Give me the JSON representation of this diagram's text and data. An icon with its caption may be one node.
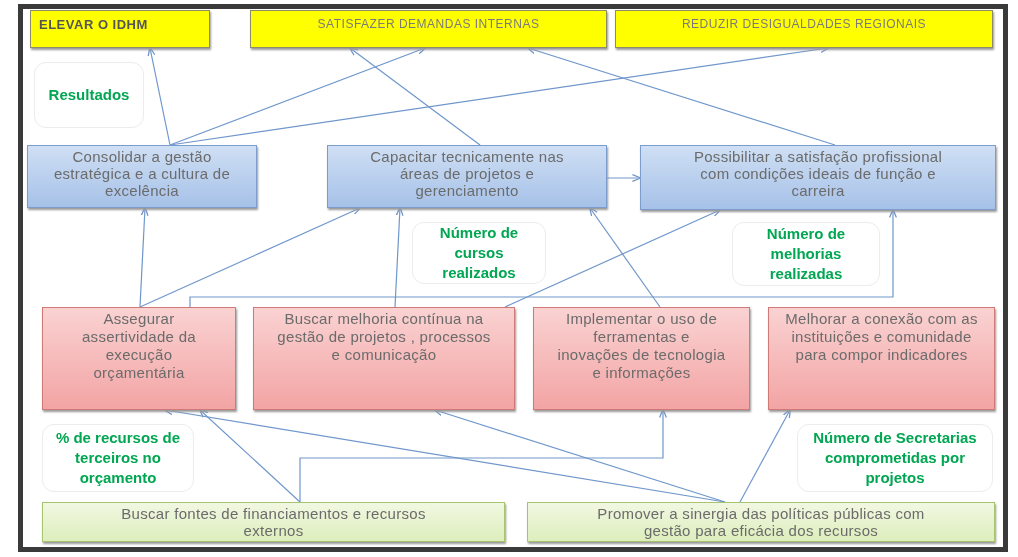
{
  "diagram": {
    "nodes": [
      {
        "text": [
          "ELEVAR O IDHM"
        ]
      },
      {
        "text": [
          "SATISFAZER DEMANDAS INTERNAS"
        ]
      },
      {
        "text": [
          "REDUZIR DESIGUALDADES REGIONAIS"
        ]
      },
      {
        "text": [
          "Resultados"
        ]
      },
      {
        "text": [
          "Consolidar a gestão estratégica e a cultura de excelência"
        ]
      },
      {
        "text": [
          "Capacitar tecnicamente nas áreas de projetos e gerenciamento"
        ]
      },
      {
        "text": [
          "Possibilitar a satisfação profissional com condições ideais de função e carreira"
        ]
      },
      {
        "text": [
          "Número de cursos realizados"
        ]
      },
      {
        "text": [
          "Número de melhorias realizadas"
        ]
      },
      {
        "text": [
          "Assegurar assertividade da execução orçamentária"
        ]
      },
      {
        "text": [
          "Buscar melhoria contínua na gestão de projetos , processos e comunicação"
        ]
      },
      {
        "text": [
          "Implementar o uso de ferramentas e inovações de tecnologia e informações"
        ]
      },
      {
        "text": [
          "Melhorar a conexão com as instituições e comunidade para compor indicadores"
        ]
      },
      {
        "text": [
          "% de recursos de terceiros no orçamento"
        ]
      },
      {
        "text": [
          "Número de Secretarias comprometidas por projetos"
        ]
      },
      {
        "text": [
          "Buscar fontes de financiamentos e recursos externos"
        ]
      },
      {
        "text": [
          "Promover a sinergia das políticas públicas com gestão para eficácia dos recursos"
        ]
      }
    ],
    "edges": [
      {
        "from": 4,
        "to": 0,
        "arrow": "to"
      },
      {
        "from": 4,
        "to": 1,
        "arrow": "to"
      },
      {
        "from": 4,
        "to": 2,
        "arrow": "to"
      },
      {
        "from": 5,
        "to": 1,
        "arrow": "to"
      },
      {
        "from": 6,
        "to": 1,
        "arrow": "to"
      },
      {
        "from": 5,
        "to": 6,
        "arrow": "to"
      },
      {
        "from": 9,
        "to": 4,
        "arrow": "to"
      },
      {
        "from": 9,
        "to": 5,
        "arrow": "to"
      },
      {
        "from": 9,
        "to": 6,
        "arrow": "to"
      },
      {
        "from": 10,
        "to": 5,
        "arrow": "to"
      },
      {
        "from": 10,
        "to": 6,
        "arrow": "to"
      },
      {
        "from": 11,
        "to": 5,
        "arrow": "to"
      },
      {
        "from": 15,
        "to": 9,
        "arrow": "to"
      },
      {
        "from": 15,
        "to": 11,
        "arrow": "to"
      },
      {
        "from": 16,
        "to": 9,
        "arrow": "to"
      },
      {
        "from": 16,
        "to": 10,
        "arrow": "to"
      },
      {
        "from": 16,
        "to": 12,
        "arrow": "to"
      }
    ]
  }
}
